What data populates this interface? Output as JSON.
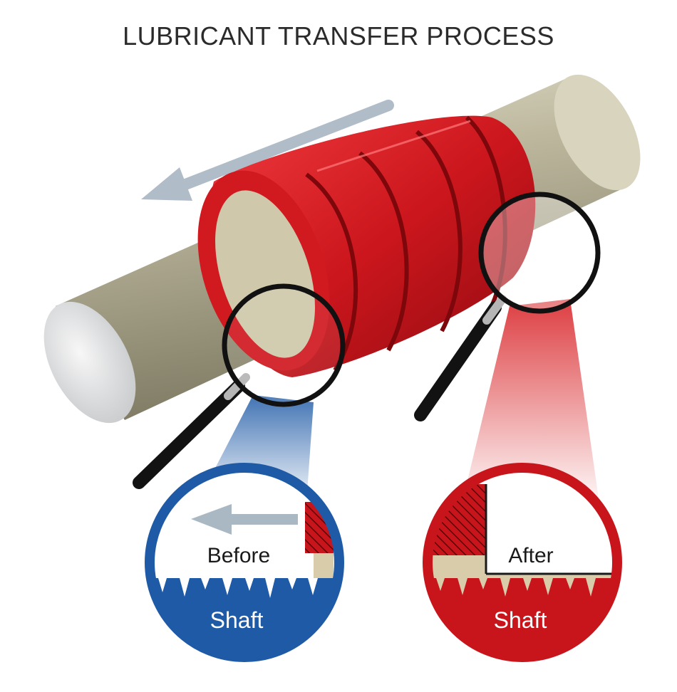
{
  "title": "LUBRICANT TRANSFER PROCESS",
  "before_panel": {
    "label": "Before",
    "shaft_label": "Shaft"
  },
  "after_panel": {
    "label": "After",
    "shaft_label": "Shaft"
  },
  "colors": {
    "shaft": "#b9b49b",
    "bushing_red": "#c8151c",
    "before_blue": "#1f5aa6",
    "after_red": "#c8151c",
    "motion_arrow": "#b0bcc7",
    "lubricant_film": "#d9ccaa"
  },
  "icons": [
    "motion-arrow-icon",
    "magnifier-icon",
    "transfer-arrow-icon"
  ]
}
